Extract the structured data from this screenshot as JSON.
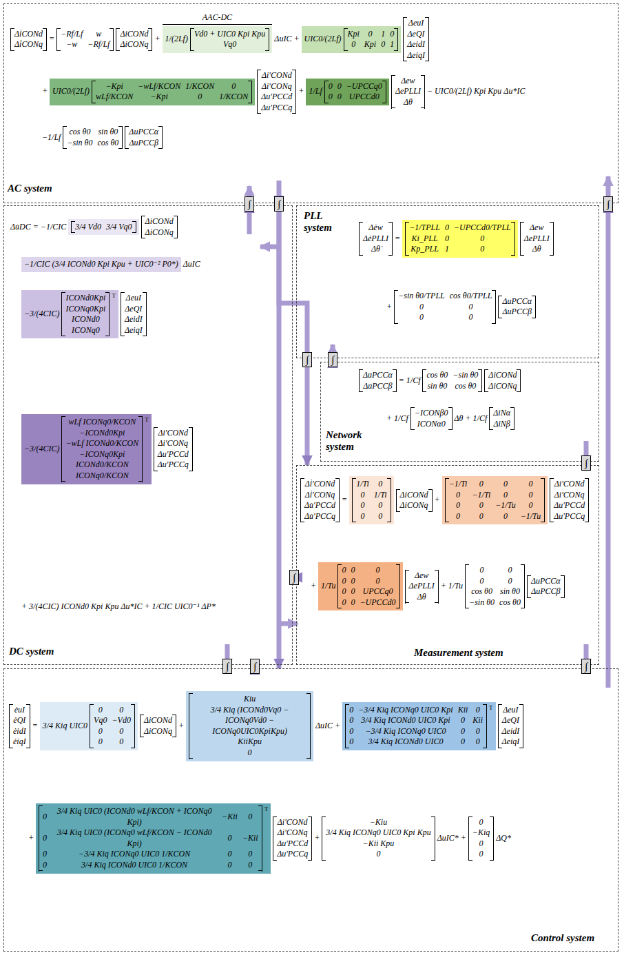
{
  "diagram": {
    "nodes": [
      {
        "text": [
          "AC system"
        ]
      },
      {
        "text": [
          "AAC-DC",
          "1/(2Lf)",
          "Vd0 + UIC0 Kpi Kpu",
          "Vq0"
        ],
        "in": 0
      },
      {
        "text": [
          "UIC0/(2Lf)",
          "Kpi",
          "0",
          "1",
          "0",
          "0",
          "Kpi",
          "0",
          "1"
        ],
        "in": 0
      },
      {
        "text": [
          "UIC0/(2Lf)",
          "−Kpi",
          "−wLf/KCON",
          "1/KCON",
          "0",
          "wLf/KCON",
          "−Kpi",
          "0",
          "1/KCON"
        ],
        "in": 0
      },
      {
        "text": [
          "1/Lf",
          "0",
          "0",
          "−UPCCq0",
          "0",
          "0",
          "UPCCd0"
        ],
        "in": 0
      },
      {
        "text": [
          "DC system"
        ]
      },
      {
        "text": [
          "3/4 Vd0",
          "3/4 Vq0"
        ],
        "in": 5
      },
      {
        "text": [
          "−1/CIC (3/4 ICONd0 Kpi Kpu + UIC0⁻² P0*)"
        ],
        "in": 5
      },
      {
        "text": [
          "−3/(4CIC)",
          "ICONd0Kpi",
          "ICONq0Kpi",
          "ICONd0",
          "ICONq0",
          "T"
        ],
        "in": 5
      },
      {
        "text": [
          "−3/(4CIC)",
          "wLf ICONq0/KCON",
          "−ICONd0Kpi",
          "−wLf ICONd0/KCON",
          "−ICONq0Kpi",
          "ICONd0/KCON",
          "ICONq0/KCON",
          "T"
        ],
        "in": 5
      },
      {
        "text": [
          "PLL system"
        ]
      },
      {
        "text": [
          "−1/TPLL",
          "0",
          "−UPCCd0/TPLL",
          "Ki_PLL",
          "0",
          "0",
          "Kp_PLL",
          "1",
          "0"
        ],
        "in": 10
      },
      {
        "text": [
          "Network system"
        ]
      },
      {
        "text": [
          "Measurement system"
        ]
      },
      {
        "text": [
          "1/Ti",
          "0",
          "0",
          "1/Ti",
          "0",
          "0",
          "0",
          "0"
        ],
        "in": 13
      },
      {
        "text": [
          "−1/Ti",
          "0",
          "0",
          "0",
          "0",
          "−1/Ti",
          "0",
          "0",
          "0",
          "0",
          "−1/Tu",
          "0",
          "0",
          "0",
          "0",
          "−1/Tu"
        ],
        "in": 13
      },
      {
        "text": [
          "1/Tu",
          "0",
          "0",
          "0",
          "0",
          "0",
          "0",
          "0",
          "0",
          "UPCCq0",
          "0",
          "0",
          "−UPCCd0"
        ],
        "in": 13
      },
      {
        "text": [
          "Control system"
        ]
      },
      {
        "text": [
          "3/4 Kiq UIC0",
          "0",
          "0",
          "Vq0",
          "−Vd0",
          "0",
          "0",
          "0",
          "0"
        ],
        "in": 17
      },
      {
        "text": [
          "Kiu",
          "3/4 Kiq (ICONd0Vq0 − ICONq0Vd0 − ICONq0UIC0KpiKpu)",
          "KiiKpu",
          "0"
        ],
        "in": 17
      },
      {
        "text": [
          "0",
          "−3/4 Kiq ICONq0 UIC0 Kpi",
          "Kii",
          "0",
          "0",
          "3/4 Kiq ICONd0 UIC0 Kpi",
          "0",
          "Kii",
          "0",
          "−3/4 Kiq ICONq0 UIC0",
          "0",
          "0",
          "0",
          "3/4 Kiq ICONd0 UIC0",
          "0",
          "0",
          "T"
        ],
        "in": 17
      },
      {
        "text": [
          "0",
          "3/4 Kiq UIC0 (ICONd0 wLf/KCON + ICONq0 Kpi)",
          "−Kii",
          "0",
          "0",
          "3/4 Kiq UIC0 (ICONq0 wLf/KCON − ICONd0 Kpi)",
          "0",
          "−Kii",
          "0",
          "−3/4 Kiq ICONq0 UIC0 1/KCON",
          "0",
          "0",
          "0",
          "3/4 Kiq ICONd0 UIC0 1/KCON",
          "0",
          "0",
          "T"
        ],
        "in": 17
      }
    ],
    "edges": [
      {
        "from": 5,
        "to": 0,
        "arrow": "to"
      },
      {
        "from": 0,
        "to": 5,
        "arrow": "to"
      },
      {
        "from": 0,
        "to": 17,
        "arrow": "to"
      },
      {
        "from": 17,
        "to": 0,
        "arrow": "to"
      },
      {
        "from": 12,
        "to": 10,
        "arrow": "to"
      },
      {
        "from": 0,
        "to": 13,
        "arrow": "to"
      },
      {
        "from": 12,
        "to": 13,
        "arrow": "to"
      },
      {
        "from": 13,
        "to": 5,
        "arrow": "to"
      },
      {
        "from": 13,
        "to": 17,
        "arrow": "to"
      },
      {
        "from": 5,
        "to": 17,
        "arrow": "to"
      },
      {
        "from": 17,
        "to": 5,
        "arrow": "to"
      }
    ],
    "labels": [
      "Δi̇CONd",
      "Δi̇CONq",
      "=",
      "−Rf/Lf",
      "w",
      "−w",
      "−Rf/Lf",
      "ΔiCONd",
      "ΔiCONq",
      "+",
      "ΔuIC",
      "+",
      "ΔeuI",
      "ΔeQI",
      "ΔeidI",
      "ΔeiqI",
      "+",
      "Δi′CONd",
      "Δi′CONq",
      "Δu′PCCd",
      "Δu′PCCq",
      "+",
      "Δew",
      "ΔePLLI",
      "Δθ",
      "− UIC0/(2Lf) Kpi Kpu Δu*IC",
      "−1/Lf",
      "cos θ0",
      "sin θ0",
      "−sin θ0",
      "cos θ0",
      "ΔuPCCα",
      "ΔuPCCβ",
      "Δu̇DC = −1/CIC",
      "ΔiCONd",
      "ΔiCONq",
      "ΔuIC",
      "ΔeuI",
      "ΔeQI",
      "ΔeidI",
      "ΔeiqI",
      "Δi′CONd",
      "Δi′CONq",
      "Δu′PCCd",
      "Δu′PCCq",
      "+ 3/(4CIC) ICONd0 Kpi Kpu Δu*IC + 1/CIC UIC0⁻¹ ΔP*",
      "Δėw",
      "ΔėPLLI",
      "Δθ̇",
      "=",
      "Δew",
      "ΔePLLI",
      "Δθ",
      "+",
      "−sin θ0/TPLL",
      "cos θ0/TPLL",
      "0",
      "0",
      "0",
      "0",
      "ΔuPCCα",
      "ΔuPCCβ",
      "Δu̇PCCα",
      "Δu̇PCCβ",
      "=",
      "1/Cf",
      "cos θ0",
      "−sin θ0",
      "sin θ0",
      "cos θ0",
      "ΔiCONd",
      "ΔiCONq",
      "+ 1/Cf",
      "−ICONβ0",
      "ICONα0",
      "Δθ",
      "+ 1/Cf",
      "ΔiNα",
      "ΔiNβ",
      "Δi̇′CONd",
      "Δi̇′CONq",
      "Δu̇′PCCd",
      "Δu̇′PCCq",
      "=",
      "ΔiCONd",
      "ΔiCONq",
      "+",
      "Δi′CONd",
      "Δi′CONq",
      "Δu′PCCd",
      "Δu′PCCq",
      "+",
      "Δew",
      "ΔePLLI",
      "Δθ",
      "+ 1/Tu",
      "0",
      "0",
      "0",
      "0",
      "cos θ0",
      "sin θ0",
      "−sin θ0",
      "cos θ0",
      "ΔuPCCα",
      "ΔuPCCβ",
      "ėuI",
      "ėQI",
      "ėidI",
      "ėiqI",
      "=",
      "ΔiCONd",
      "ΔiCONq",
      "+",
      "ΔuIC",
      "+",
      "ΔeuI",
      "ΔeQI",
      "ΔeidI",
      "ΔeiqI",
      "+",
      "Δi′CONd",
      "Δi′CONq",
      "Δu′PCCd",
      "Δu′PCCq",
      "+",
      "−Kiu",
      "3/4 Kiq ICONq0 UIC0 Kpi Kpu",
      "−Kii Kpu",
      "0",
      "ΔuIC*",
      "+",
      "0",
      "−Kiq",
      "0",
      "0",
      "ΔQ*",
      "∫",
      "∫",
      "∫",
      "∫",
      "∫",
      "∫",
      "∫",
      "∫",
      "∫",
      "∫"
    ]
  }
}
